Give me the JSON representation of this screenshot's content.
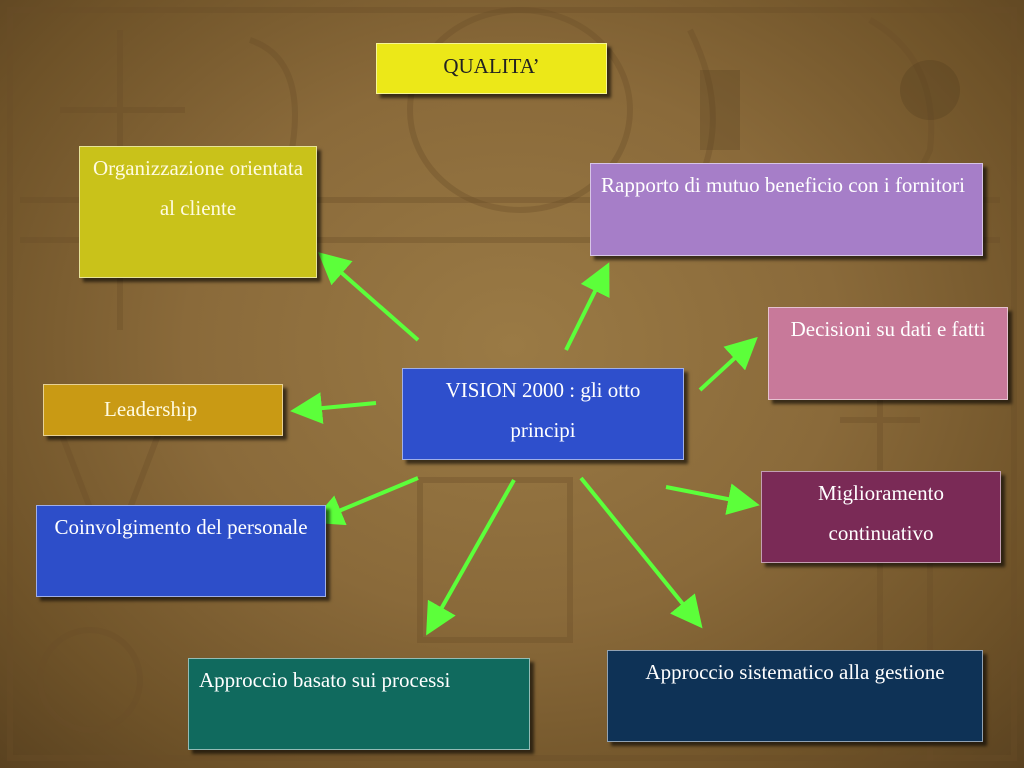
{
  "colors": {
    "arrow": "#5cff3a",
    "title_bg": "#ece818",
    "organizzazione_bg": "#c9c21a",
    "rapporto_bg": "#a67ec8",
    "decisioni_bg": "#c8799a",
    "leadership_bg": "#c99a14",
    "center_bg": "#2e4fcc",
    "coinvolgimento_bg": "#2d4ec9",
    "miglioramento_bg": "#7a2a56",
    "processi_bg": "#106a5e",
    "sistematico_bg": "#0e3256"
  },
  "title": "QUALITA’",
  "center": "VISION 2000 : gli otto principi",
  "principles": {
    "organizzazione": "Organizzazione orientata al cliente",
    "rapporto": "Rapporto di mutuo beneficio con i fornitori",
    "decisioni": "Decisioni su dati e fatti",
    "leadership": "Leadership",
    "coinvolgimento": "Coinvolgimento del personale",
    "miglioramento": "Miglioramento continuativo",
    "processi": "Approccio basato sui processi",
    "sistematico": "Approccio sistematico alla gestione"
  }
}
